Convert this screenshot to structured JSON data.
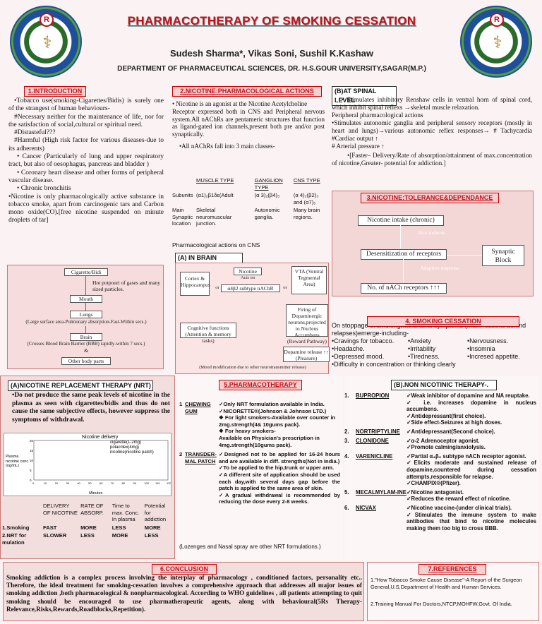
{
  "header": {
    "title": "PHARMACOTHERAPY OF SMOKING CESSATION",
    "authors": "Sudesh Sharma*, Vikas Soni, Sushil K.Kashaw",
    "department": "DEPARTMENT OF PHARMACEUTICAL SCIENCES, DR. H.S.GOUR UNIVERSITY,SAGAR(M.P.)",
    "logo_mark": "R"
  },
  "intro": {
    "heading": "1.INTRODUCTION",
    "lines": [
      "•Tobacco use(smoking-Cigarettes/Bidis) is surely one of the strangest of human behaviours-",
      "#Necessary neither for the maintenance of life, nor for the satisfaction of social,cultural or spiritual need.",
      "#Distasteful???",
      "#Harmful (High risk factor for various diseases-due to its adherents)",
      "• Cancer (Particularly of lung and upper respiratory tract, but also of oesophagus, pancreas and bladder )",
      "• Coronary heart disease and other forms of peripheral vascular disease.",
      "• Chronic bronchitis",
      "•Nicotine is only pharmacologically active substance in tobacco smoke, apart from carcinogenic tars and Carbon mono oxide(CO).[free nicotine suspended on minute droplets of tar]"
    ]
  },
  "path": {
    "cig": "Cigarette/Bidi",
    "note": "Hot potpouri of gases and many sized particles.",
    "mouth": "Mouth",
    "lungs": "Lungs",
    "lungs_note": "(Large surface area-Pulmonary absorption-Fast-Within secs.)",
    "brain": "Brain",
    "brain_note": "(Crosses Blood Brain Barrier (BBB) rapidly-within 7 secs.)",
    "body": "Other body parts",
    "amp": "&"
  },
  "nicotine": {
    "heading": "2.NICOTINE:PHARMACOLOGICAL ACTIONS",
    "p1": "• Nicotine is an agonist at the Nicotine Acetylcholine",
    "p2": "Receptor expressed both in CNS and Peripheral nervous system.All nAChRs are pentameric structures that function as ligand-gated ion channels,present both pre and/or post synaptically.",
    "p3": "•All nAChRs fall into 3 main classes-",
    "table": {
      "headers": [
        "",
        "MUSCLE TYPE",
        "GANGLION TYPE",
        "CNS TYPE"
      ],
      "rows": [
        [
          "Subunits",
          "(α1)₂β1δε(Adult",
          "(α 3)₂(β4)₃",
          "(α 4)₂(β2)₃ and (α7)₅"
        ],
        [
          "Main Synaptic location",
          "Skeletal neuromuscular junction.",
          "Autonomic ganglia.",
          "Many brain regions."
        ]
      ]
    },
    "cns_label": "Pharmacological actions on CNS",
    "brain_hdr": "(A) IN BRAIN"
  },
  "brain": {
    "cortex": "Cortex & Hippocampus",
    "nicotine": "Nicotine",
    "acts_on": "Acts on",
    "or": "or",
    "receptor": "α4β2 subtype nAChR",
    "vta": "VTA (Ventral Tegmental Area)",
    "cog": "Cognitive functions (Attention & memory tasks)",
    "firing": "Firing of Dopaminergic neurons,projected to Nucleus Accumbens (Reward Pathway)",
    "dopa": "Dopamine release ↑↑ (Pleasure)",
    "bottom": "(Mood modification due to other neurotransmitter release)"
  },
  "spinal": {
    "heading": "(B)AT SPINAL LEVEL",
    "lines": [
      "• Stimulates inhibitory Renshaw cells in ventral horn of spinal cord, which inhibit spinal reflexs →skeletal muscle relaxation.",
      "Peripheral pharmacological actions",
      "•Stimulates autonomic ganglia and peripheral sensory receptors (mostly in heart and lungs)→various autonomic reflex responses→ # Tachycardia #Cardiac output ↑",
      "# Arterial pressure ↑",
      "•[Faster– Delivery/Rate of absorption/attainment of max.concentration of nicotine,Greater- potential for addiction.]"
    ]
  },
  "tolerance": {
    "heading": "3.NICOTINE:TOLERANCE&DEPENDANCE",
    "a": "Nicotine intake (chronic)",
    "b": "Also induces",
    "c": "Desensitization of receptors",
    "d": "Adaptive response",
    "e": "No. of nACh receptors ↑↑↑",
    "f": "Synaptic Block"
  },
  "cessation": {
    "heading": "4. SMOKING CESSATION",
    "intro": "On stoppage of smoking,withdrawal symptoms (main reasons behind relapses)emerge-including-",
    "items": [
      "•Cravings for tobacco.",
      "•Anxiety",
      "•Nervousness.",
      "•Headache.",
      "•Irritability",
      "•Insomnia",
      "•Depressed mood.",
      "•Tiredness.",
      "•Incresed appetite.",
      "•Difficulty in concentration or thinking clearly"
    ]
  },
  "nrt": {
    "heading": "(A)NICOTINE REPLACEMENT THERAPY (NRT)",
    "text": "•Do not produce the same peak levels of nicotine in the plasma as seen with cigarettes/bidis and thus do not cause the same subjective effects, however suppress the symptoms of withdrawal.",
    "chart_title": "Nicotine delivery",
    "legend": [
      "cigarette(1-2mg)",
      "polacrilex(4mg)",
      "nicotine(nicotine patch)"
    ],
    "ylabel": "Plasma nicotine conc. (ng/mL)",
    "xlabel": "Minutes",
    "yticks": [
      "20",
      "15",
      "10",
      "5",
      "0"
    ],
    "xticks": [
      "0",
      "10",
      "20",
      "30",
      "40",
      "50",
      "60",
      "70",
      "80",
      "90",
      "100",
      "110",
      "120"
    ],
    "table": {
      "headers": [
        "",
        "DELIVERY OF NICOTINE",
        "RATE OF ABSORP.",
        "Time to max. Conc. In plasma",
        "Potential for addiction"
      ],
      "rows": [
        [
          "1.Smoking",
          "FAST",
          "MORE",
          "LESS",
          "MORE"
        ],
        [
          "2.NRT for mulation",
          "SLOWER",
          "LESS",
          "MORE",
          "LESS"
        ]
      ]
    }
  },
  "pharma": {
    "heading": "5.PHARMACOTHERAPY",
    "nrt_rows": [
      {
        "num": "1",
        "name": "CHEWING GUM",
        "lines": [
          "✓Only NRT formulation available in India.",
          "✓NICORETTE®(Johnson & Johnson LTD.)",
          "❖ For light smokers-Available over counter in 2mg.strength(4& 10gums pack).",
          "❖ For heavy smokers-",
          "Available on Physician's prescription in 4mg.strength(10gums pack)."
        ]
      },
      {
        "num": "2",
        "name": "TRANSDER-MAL PATCH",
        "lines": [
          "✓Designed not to be applied for 16-24 hours and are available in diff. strengths(Not in India.)",
          "✓To be applied to the hip,trunk or upper arm.",
          "✓A different site of application should be used each day,with several days gap before the patch is applied to the same area of skin.",
          "✓A gradual withdrawal is recommended by reducing the dose every 2-8 weeks."
        ]
      }
    ],
    "footer": "(Lozenges and Nasal spray are other NRT formulations.)"
  },
  "nonnic": {
    "heading": "(B).NON NICOTINIC THERAPY-.",
    "rows": [
      {
        "num": "1.",
        "name": "BUPROPION",
        "lines": [
          "✓Weak inhibitor of dopamine and NA reuptake.",
          "✓ i.e. increases dopamine in nucleus accumbens.",
          "✓Antidepressant(first choice).",
          "✓Side effect-Seizures at high doses."
        ]
      },
      {
        "num": "2.",
        "name": "NORTRIPTYLINE",
        "lines": [
          "✓Antidepressant(Second choice)."
        ]
      },
      {
        "num": "3.",
        "name": "CLONIDONE",
        "lines": [
          "✓α-2 Adrenoceptor agonist.",
          "✓Promote calming/anxiolysis."
        ]
      },
      {
        "num": "4.",
        "name": "VARENICLINE",
        "lines": [
          "✓Partial α₄β₂ subtype nACh receptor agonist.",
          "✓Elicits moderate and sustained release of dopamine,countered during cessation attempts,responsible for relapse.",
          "✓CHAMPIX®(Pfizer)."
        ]
      },
      {
        "num": "5.",
        "name": "MECALMYLAM-INE",
        "lines": [
          "✓Nicotine antagonist.",
          "✓Reduces the reward effect of nicotine."
        ]
      },
      {
        "num": "6.",
        "name": "NICVAX",
        "lines": [
          "✓Nicotine vaccine-(under clinical trials).",
          "✓Stimulates the immune system to make antibodies that bind to nicotine molecules making them too big to cross BBB."
        ]
      }
    ]
  },
  "conclusion": {
    "heading": "6.CONCLUSION",
    "text": "Smoking addiction is a complex process involving the interplay of pharmacology , conditioned factors, personality etc.. Therefore, the ideal treatment for smoking-cessation involves a comprehensive approach that addresses all major issues of smoking addiction ,both pharmacological & nonpharmacological. According to WHO guidelines , all patients attempting to quit smoking should be encouraged to use pharmatherapeutic agents, along with behavioural(5Rs Therapy- Relevance,Risks,Rewards,Roadblocks,Repetition)."
  },
  "references": {
    "heading": "7.REFERENCES",
    "items": [
      "1.\"How Tobacco Smoke Cause Disease\"-A Report of the Surgeon General,U.S,Department of Health and Human Services.",
      "2.Training Manual For Doctors,NTCP,MOHFW,Govt. Of India."
    ]
  }
}
